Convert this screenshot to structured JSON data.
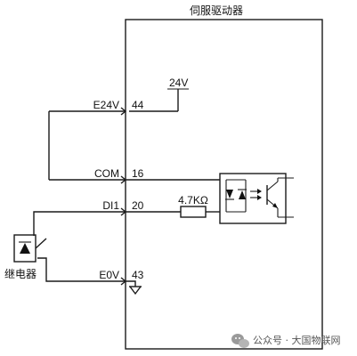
{
  "diagram": {
    "title": "伺服驱动器",
    "supply_label": "24V",
    "resistor_label": "4.7KΩ",
    "relay_label": "继电器",
    "terminals": [
      {
        "signal": "E24V",
        "pin": "44"
      },
      {
        "signal": "COM",
        "pin": "16"
      },
      {
        "signal": "DI1",
        "pin": "20"
      },
      {
        "signal": "E0V",
        "pin": "43"
      }
    ]
  },
  "watermark": {
    "text": "公众号 · 大国物联网",
    "icon": "wechat-icon"
  }
}
